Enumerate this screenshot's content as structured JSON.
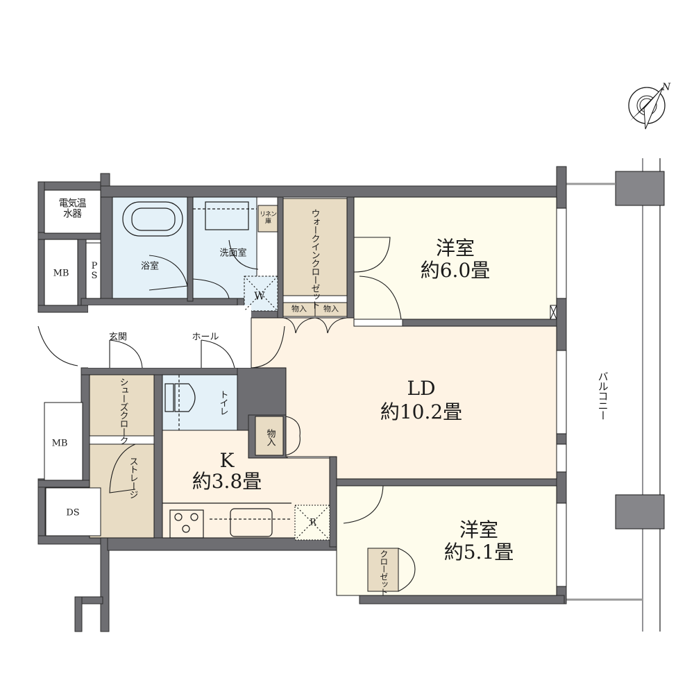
{
  "colors": {
    "wall": "#6e6e72",
    "wall_stroke": "#2b2b2b",
    "wet_area": "#e4f1f8",
    "storage": "#e8dcc4",
    "western_room": "#fefcec",
    "living": "#fef3e4",
    "entrance": "#ffffff",
    "line": "#1a1a1a"
  },
  "compass": {
    "label": "N"
  },
  "rooms": {
    "western_room_1": {
      "name": "洋室",
      "size": "約6.0畳"
    },
    "ld": {
      "name": "LD",
      "size": "約10.2畳"
    },
    "kitchen": {
      "name": "K",
      "size": "約3.8畳"
    },
    "western_room_2": {
      "name": "洋室",
      "size": "約5.1畳"
    }
  },
  "labels": {
    "water_heater": "電気温水器",
    "mb_top": "MB",
    "ps": "PS",
    "bath": "浴室",
    "washroom": "洗面室",
    "linen": "リネン庫",
    "walk_in_closet": "ウォークインクローゼット",
    "washer": "W",
    "storage_1": "物入",
    "storage_2": "物入",
    "entrance": "玄関",
    "hall": "ホール",
    "shoe_cloak": "シューズクローク",
    "toilet": "トイレ",
    "storage_3": "物入",
    "mb_bottom": "MB",
    "storage_room": "ストレージ",
    "ds": "DS",
    "fridge": "R",
    "closet": "クローゼット",
    "balcony": "バルコニー"
  }
}
